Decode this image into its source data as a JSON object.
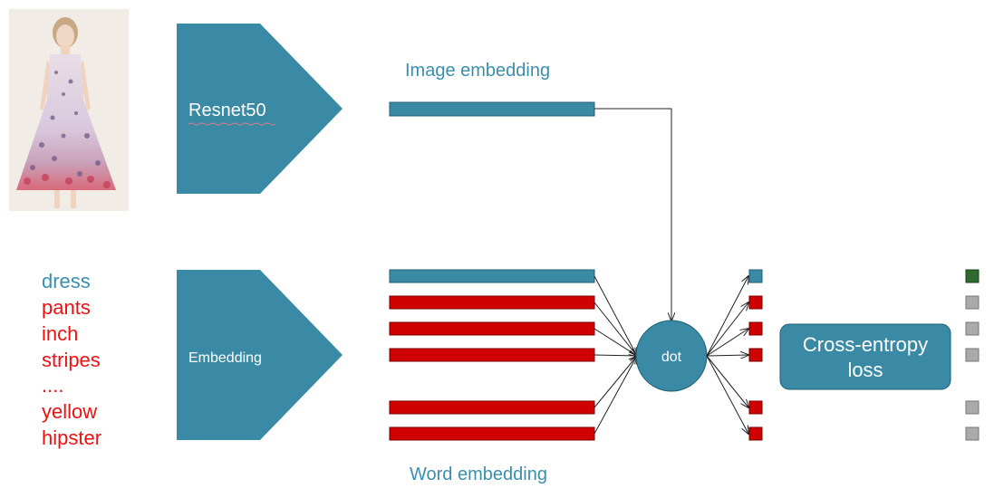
{
  "labels": {
    "resnet": "Resnet50",
    "embedding": "Embedding",
    "image_embedding": "Image embedding",
    "word_embedding": "Word embedding",
    "dot": "dot",
    "loss_line1": "Cross-entropy",
    "loss_line2": "loss"
  },
  "words": [
    {
      "text": "dress",
      "color": "#3a8fb0"
    },
    {
      "text": "pants",
      "color": "#ee1111"
    },
    {
      "text": "inch",
      "color": "#ee1111"
    },
    {
      "text": "stripes",
      "color": "#ee1111"
    },
    {
      "text": "....",
      "color": "#ee1111"
    },
    {
      "text": "yellow",
      "color": "#ee1111"
    },
    {
      "text": "hipster",
      "color": "#ee1111"
    }
  ],
  "colors": {
    "teal": "#3a8aa6",
    "red": "#d00000",
    "green": "#2f6a2f",
    "gray": "#aaaaaa",
    "label_blue": "#3a8fb0"
  },
  "word_bars": [
    {
      "kind": "positive"
    },
    {
      "kind": "negative"
    },
    {
      "kind": "negative"
    },
    {
      "kind": "negative"
    },
    {
      "kind": "negative"
    },
    {
      "kind": "negative"
    }
  ],
  "outputs": [
    {
      "kind": "positive"
    },
    {
      "kind": "negative"
    },
    {
      "kind": "negative"
    },
    {
      "kind": "negative"
    },
    {
      "kind": "negative"
    },
    {
      "kind": "negative"
    }
  ],
  "targets": [
    {
      "kind": "positive"
    },
    {
      "kind": "negative"
    },
    {
      "kind": "negative"
    },
    {
      "kind": "negative"
    },
    {
      "kind": "negative"
    },
    {
      "kind": "negative"
    }
  ]
}
